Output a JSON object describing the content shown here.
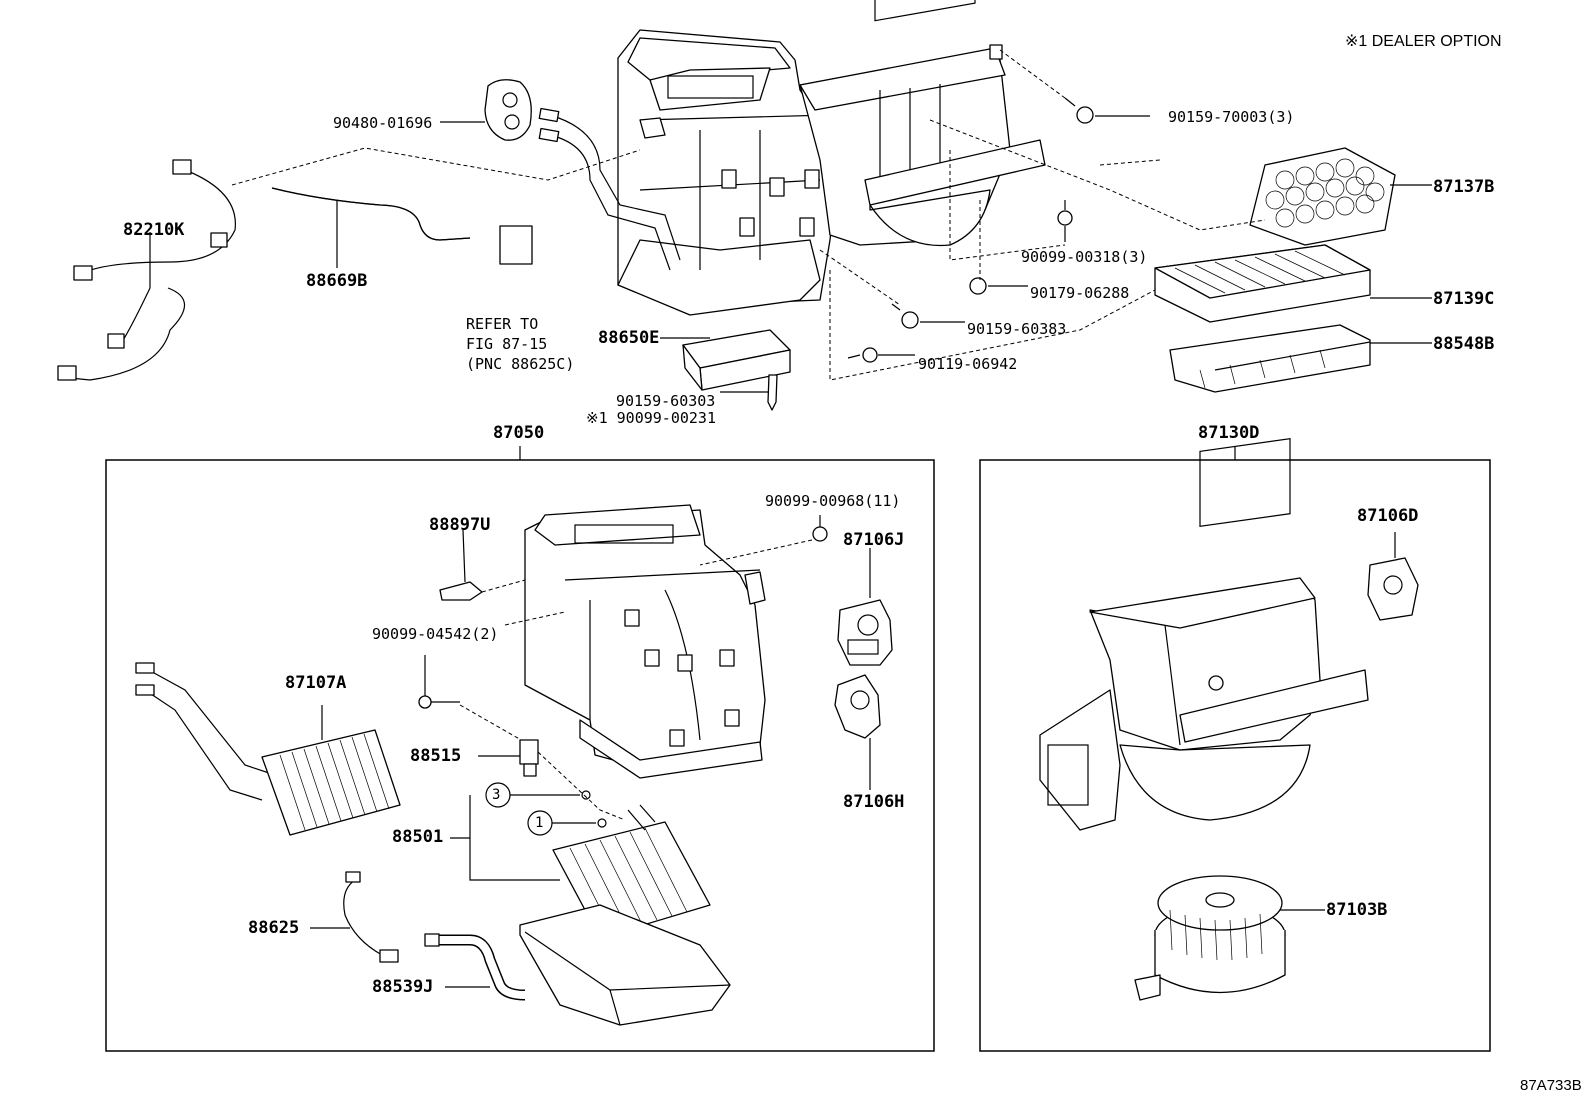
{
  "note": "※1 DEALER OPTION",
  "figure_code": "87A733B",
  "top_labels": {
    "p9048001696": "90480-01696",
    "p82210K": "82210K",
    "p88669B": "88669B",
    "refer1": "REFER TO",
    "refer2": "FIG 87-15",
    "refer3": "(PNC 88625C)",
    "p88650E": "88650E",
    "p9015960303": "90159-60303",
    "p9009900231": "※1 90099-00231",
    "p9015970003": "90159-70003(3)",
    "p87137B": "87137B",
    "p9009900318": "90099-00318(3)",
    "p9017906288": "90179-06288",
    "p87139C": "87139C",
    "p9015960383": "90159-60383",
    "p88548B": "88548B",
    "p9011906942": "90119-06942"
  },
  "box_left": {
    "title": "87050",
    "p88897U": "88897U",
    "p9009904542": "90099-04542(2)",
    "p9009900968": "90099-00968(11)",
    "p87106J": "87106J",
    "p87107A": "87107A",
    "p88515": "88515",
    "c3": "3",
    "c1": "1",
    "p88501": "88501",
    "p87106H": "87106H",
    "p88625": "88625",
    "p88539J": "88539J"
  },
  "box_right": {
    "title": "87130D",
    "p87106D": "87106D",
    "p87103B": "87103B"
  }
}
